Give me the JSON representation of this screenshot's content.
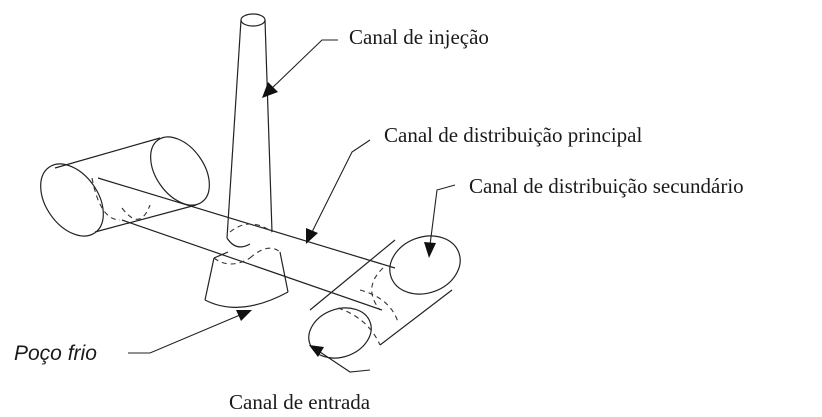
{
  "labels": {
    "canal_injecao": "Canal de injeção",
    "canal_distribuicao_principal": "Canal de distribuição principal",
    "canal_distribuicao_secundario": "Canal de distribuição secundário",
    "poco_frio": "Poço frio",
    "canal_entrada": "Canal de entrada"
  },
  "colors": {
    "line": "#222222",
    "background": "#ffffff"
  }
}
